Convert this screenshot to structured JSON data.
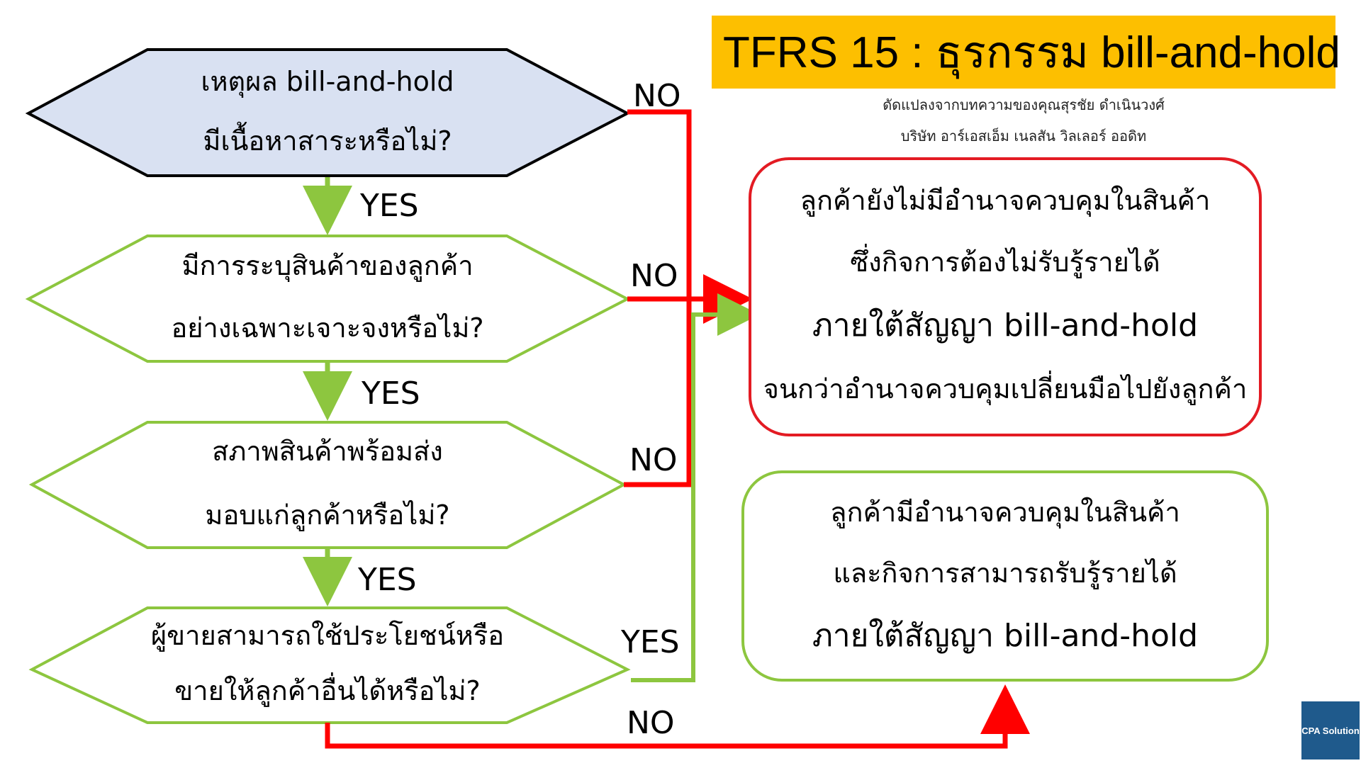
{
  "title": {
    "text": "TFRS 15 : ธุรกรรม bill-and-hold",
    "attribution_line1": "ดัดแปลงจากบทความของคุณสุรชัย ดำเนินวงศ์",
    "attribution_line2": "บริษัท อาร์เอสเอ็ม เนลสัน วิลเลอร์ ออดิท"
  },
  "decisions": [
    {
      "line1": "เหตุผล bill-and-hold",
      "line2": "มีเนื้อหาสาระหรือไม่?",
      "no_label": "NO",
      "yes_label": "YES"
    },
    {
      "line1": "มีการระบุสินค้าของลูกค้า",
      "line2": "อย่างเฉพาะเจาะจงหรือไม่?",
      "no_label": "NO",
      "yes_label": "YES"
    },
    {
      "line1": "สภาพสินค้าพร้อมส่ง",
      "line2": "มอบแก่ลูกค้าหรือไม่?",
      "no_label": "NO",
      "yes_label": "YES"
    },
    {
      "line1": "ผู้ขายสามารถใช้ประโยชน์หรือ",
      "line2": "ขายให้ลูกค้าอื่นได้หรือไม่?",
      "no_label": "NO",
      "yes_label": "YES"
    }
  ],
  "outcome_no_control": {
    "lines": [
      "ลูกค้ายังไม่มีอำนาจควบคุมในสินค้า",
      "ซึ่งกิจการต้องไม่รับรู้รายได้",
      "ภายใต้สัญญา bill-and-hold",
      "จนกว่าอำนาจควบคุมเปลี่ยนมือไปยังลูกค้า"
    ]
  },
  "outcome_control": {
    "lines": [
      "ลูกค้ามีอำนาจควบคุมในสินค้า",
      "และกิจการสามารถรับรู้รายได้",
      "ภายใต้สัญญา bill-and-hold"
    ]
  },
  "logo": {
    "text": "CPA Solution"
  },
  "colors": {
    "title_bg": "#fdbf00",
    "first_decision_fill": "#d9e1f2",
    "no_arrow": "#ff0000",
    "yes_arrow": "#8dc63f",
    "outcome_no_border": "#e31b23",
    "outcome_yes_border": "#8dc63f",
    "logo_bg": "#1f5a8c"
  }
}
